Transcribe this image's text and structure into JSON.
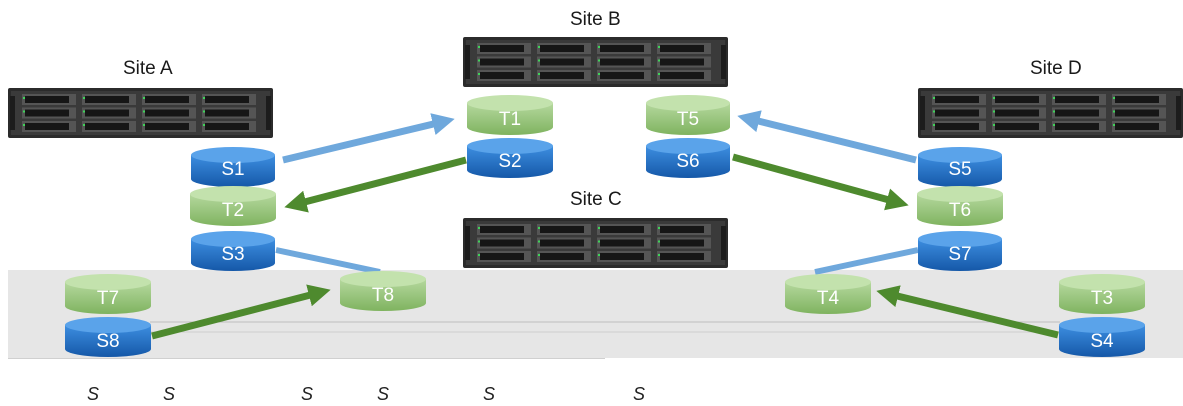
{
  "sites": {
    "a": "Site A",
    "b": "Site B",
    "c": "Site C",
    "d": "Site D"
  },
  "disks": {
    "s1": "S1",
    "s2": "S2",
    "s3": "S3",
    "s4": "S4",
    "s5": "S5",
    "s6": "S6",
    "s7": "S7",
    "s8": "S8",
    "t1": "T1",
    "t2": "T2",
    "t3": "T3",
    "t4": "T4",
    "t5": "T5",
    "t6": "T6",
    "t7": "T7",
    "t8": "T8"
  },
  "footer_marks": [
    "S",
    "S",
    "S",
    "S",
    "S",
    "S"
  ],
  "colors": {
    "source_disk": "#1f6fc5",
    "target_disk": "#93c47d",
    "blue_arrow": "#6fa8dc",
    "green_arrow": "#4e8a2e",
    "server_body": "#2b2b2b"
  }
}
